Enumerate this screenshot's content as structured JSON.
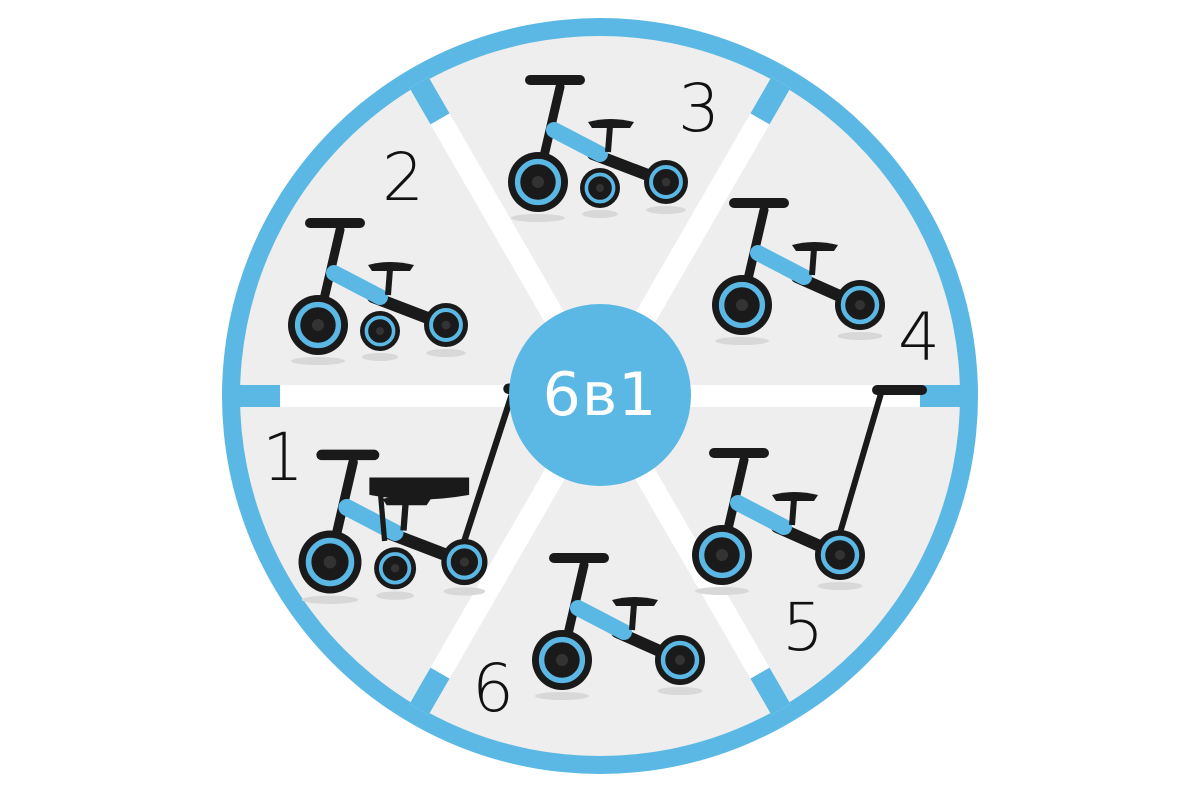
{
  "center_label": "6в1",
  "colors": {
    "accent": "#5bb8e4",
    "segment": "#eeeeee",
    "divider": "#ffffff",
    "bike": "#1a1a1a"
  },
  "segments": [
    {
      "label": "1",
      "mode": "trike-with-push-handle-and-seat-ring"
    },
    {
      "label": "2",
      "mode": "trike"
    },
    {
      "label": "3",
      "mode": "trike"
    },
    {
      "label": "4",
      "mode": "balance-bike"
    },
    {
      "label": "5",
      "mode": "balance-bike-with-push-handle"
    },
    {
      "label": "6",
      "mode": "balance-bike"
    }
  ]
}
